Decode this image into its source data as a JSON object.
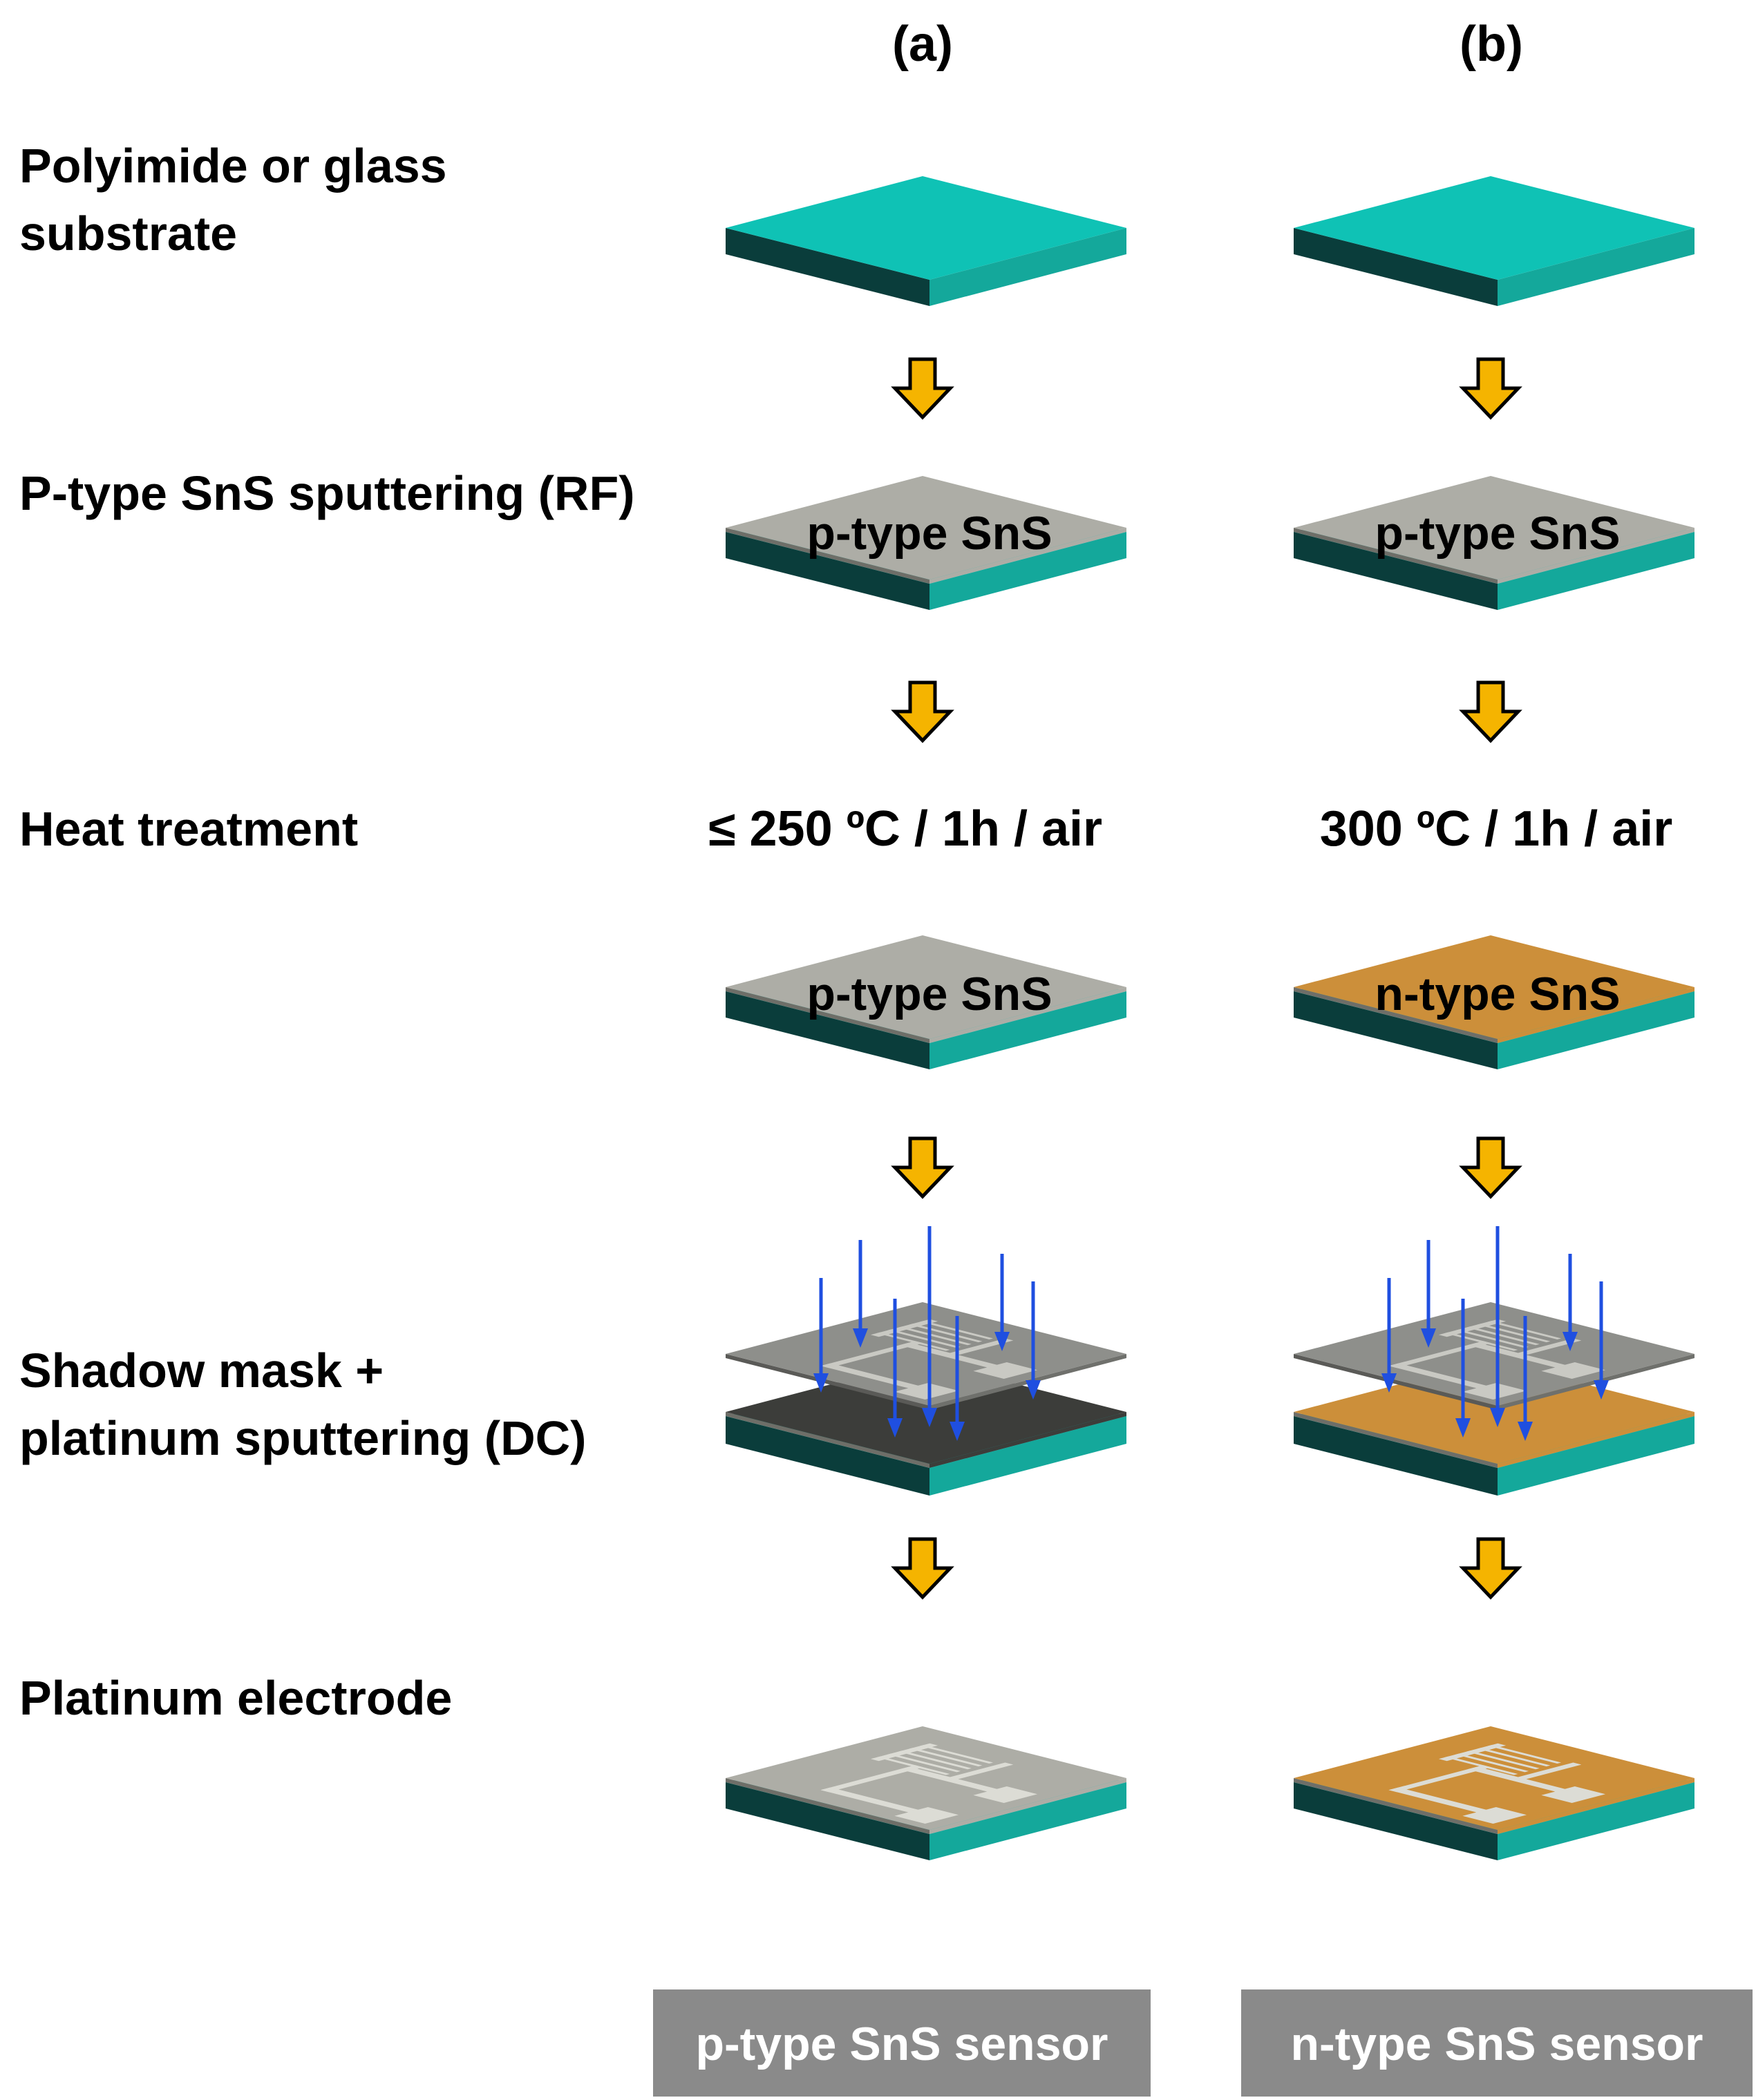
{
  "columns": [
    {
      "id": "a",
      "heading": "(a)",
      "condition": "≤ 250 ºC / 1h / air",
      "result_label": "p-type SnS sensor",
      "layer_after_sputter": "p-type SnS",
      "layer_after_heat": "p-type SnS",
      "film_color": "#adada6"
    },
    {
      "id": "b",
      "heading": "(b)",
      "condition": "300 ºC / 1h / air",
      "result_label": "n-type SnS sensor",
      "layer_after_sputter": "p-type SnS",
      "layer_after_heat": "n-type SnS",
      "film_color": "#cc8f3a"
    }
  ],
  "steps": [
    {
      "id": "substrate",
      "label_lines": [
        "Polyimide or glass",
        "substrate"
      ]
    },
    {
      "id": "sputter",
      "label_lines": [
        "P-type SnS sputtering (RF)"
      ]
    },
    {
      "id": "heat",
      "label_lines": [
        "Heat treatment"
      ]
    },
    {
      "id": "mask",
      "label_lines": [
        "Shadow mask +",
        "platinum sputtering (DC)"
      ]
    },
    {
      "id": "electrode",
      "label_lines": [
        "Platinum electrode"
      ]
    }
  ],
  "colors": {
    "substrate_top": "#0fc2b5",
    "substrate_front": "#14a89b",
    "substrate_side": "#0a3d3b",
    "p_film": "#adada6",
    "n_film": "#cc8f3a",
    "mask": "#8e8f8b",
    "electrode": "#dcdcd5",
    "process_arrow": "#f5b400",
    "sputter_arrow": "#1f4fe0",
    "result_box": "#8a8a8a"
  },
  "icons": {
    "process_arrow": "down-arrow-icon",
    "sputter_arrow": "down-arrow-icon"
  }
}
